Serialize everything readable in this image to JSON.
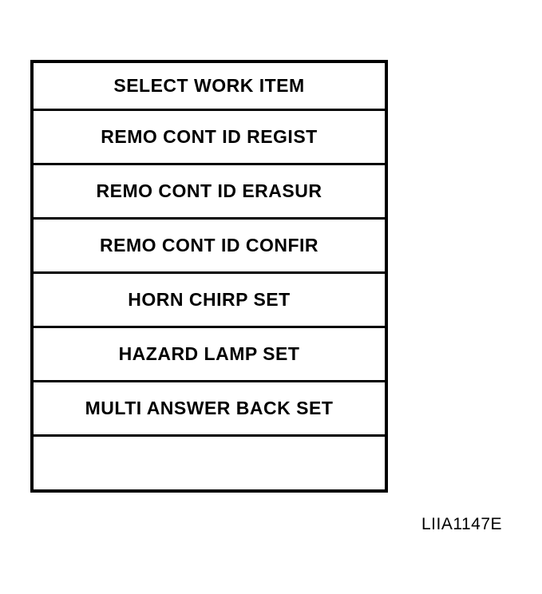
{
  "menu": {
    "header": "SELECT WORK ITEM",
    "items": [
      "REMO CONT ID REGIST",
      "REMO CONT ID ERASUR",
      "REMO CONT ID CONFIR",
      "HORN CHIRP SET",
      "HAZARD LAMP SET",
      "MULTI ANSWER BACK SET"
    ]
  },
  "figure_code": "LIIA1147E"
}
